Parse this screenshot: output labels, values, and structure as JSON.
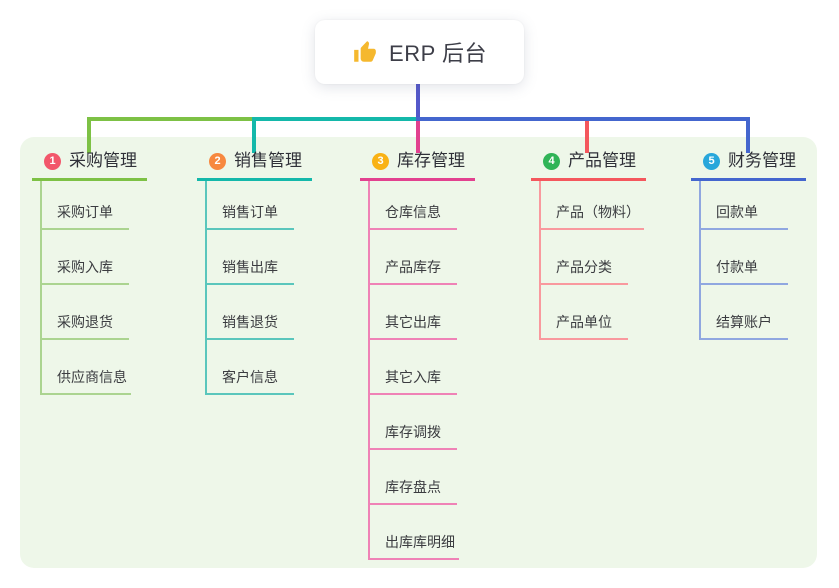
{
  "root": {
    "title": "ERP 后台",
    "icon": "thumbs-up-icon",
    "icon_color": "#f5b82e"
  },
  "colors": {
    "panel_background": "#eef7e9",
    "page_background": "#ffffff",
    "root_connector": "#5458ca",
    "title_text": "#2f3038",
    "child_text": "#3b3c40"
  },
  "branches": [
    {
      "badge": "1",
      "label": "采购管理",
      "badge_color": "#f2576b",
      "line_color": "#7dc145",
      "child_line_color": "#abd490",
      "children": [
        "采购订单",
        "采购入库",
        "采购退货",
        "供应商信息"
      ]
    },
    {
      "badge": "2",
      "label": "销售管理",
      "badge_color": "#f7883f",
      "line_color": "#14b8aa",
      "child_line_color": "#5ac6bc",
      "children": [
        "销售订单",
        "销售出库",
        "销售退货",
        "客户信息"
      ]
    },
    {
      "badge": "3",
      "label": "库存管理",
      "badge_color": "#f9b214",
      "line_color": "#e2418f",
      "child_line_color": "#ef82b6",
      "children": [
        "仓库信息",
        "产品库存",
        "其它出库",
        "其它入库",
        "库存调拨",
        "库存盘点",
        "出库库明细"
      ]
    },
    {
      "badge": "4",
      "label": "产品管理",
      "badge_color": "#30b457",
      "line_color": "#f4575d",
      "child_line_color": "#f9999e",
      "children": [
        "产品（物料）",
        "产品分类",
        "产品单位"
      ]
    },
    {
      "badge": "5",
      "label": "财务管理",
      "badge_color": "#28a7db",
      "line_color": "#4466ce",
      "child_line_color": "#90a7e0",
      "children": [
        "回款单",
        "付款单",
        "结算账户"
      ]
    }
  ]
}
